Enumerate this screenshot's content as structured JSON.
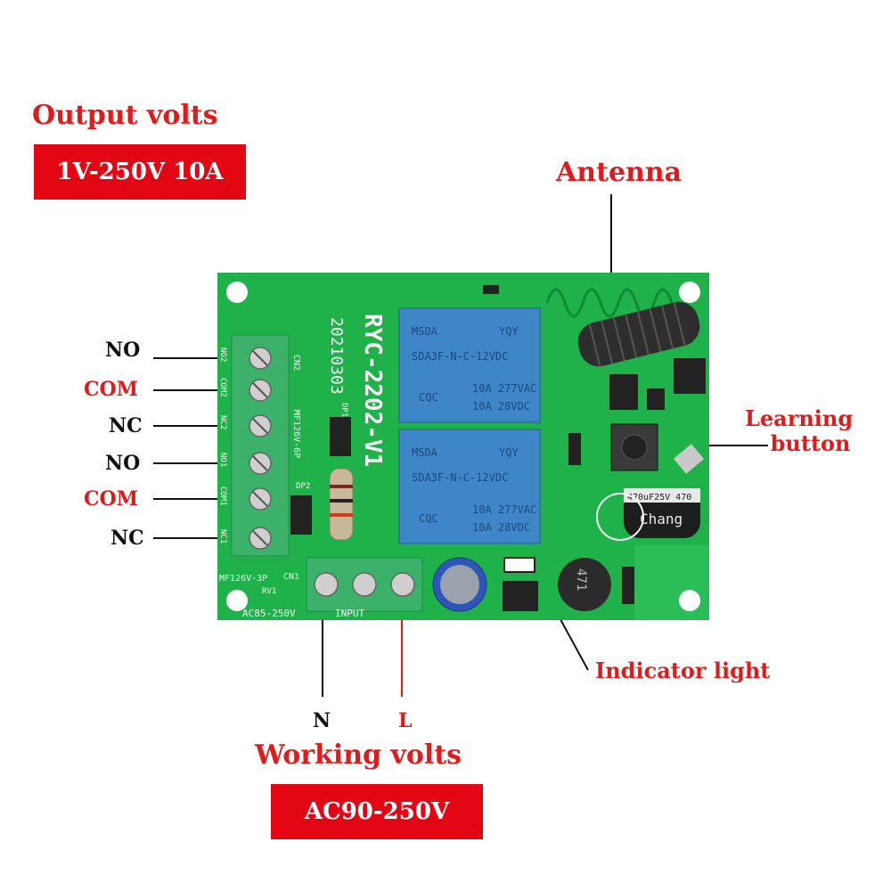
{
  "output": {
    "title": "Output volts",
    "value": "1V-250V 10A"
  },
  "working": {
    "title": "Working volts",
    "value": "AC90-250V"
  },
  "callouts": {
    "antenna": "Antenna",
    "learning_line1": "Learning",
    "learning_line2": "button",
    "indicator": "Indicator light"
  },
  "terminals_left": [
    "NO",
    "COM",
    "NC",
    "NO",
    "COM",
    "NC"
  ],
  "terminals_bottom": {
    "n": "N",
    "l": "L"
  },
  "board": {
    "model": "RYC-2202-V1",
    "date": "20210303",
    "relay_brand": "MSDA",
    "relay_mark": "YQY",
    "relay_part": "SDA3F-N-C-12VDC",
    "relay_rating1": "10A 277VAC",
    "relay_rating2": "10A 28VDC",
    "relay_cert": "CQC",
    "cap_label": "470uF25V 470",
    "cap_brand": "Chang",
    "inductor": "471",
    "cn2": "CN2",
    "cn1": "CN1",
    "mf126v_6p": "MF126V-6P",
    "mf126v_3p": "MF126V-3P",
    "ac_label": "AC85-250V",
    "input_label": "INPUT",
    "rv1": "RV1",
    "dp2": "DP2",
    "dp1": "DP1",
    "pin_labels": [
      "NO2",
      "COM2",
      "NC2",
      "NO1",
      "COM1",
      "NC1"
    ]
  },
  "colors": {
    "accent_red": "#e01b1b",
    "box_red": "#e30613",
    "pcb_green": "#1fb24a",
    "relay_blue": "#3f86c8",
    "terminal_green": "#3bb16a"
  }
}
